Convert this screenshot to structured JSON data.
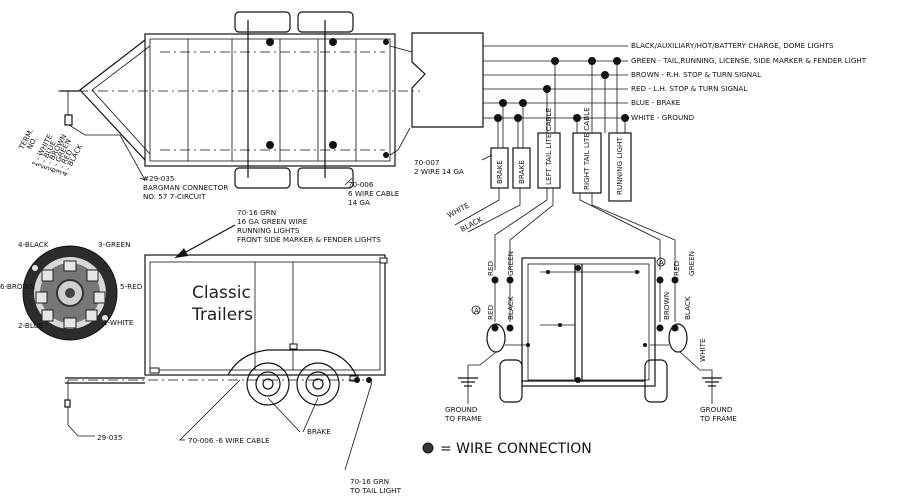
{
  "wire_colors": [
    "BLACK/AUXILIARY/HOT/BATTERY CHARGE, DOME LIGHTS",
    "GREEN - TAIL,RUNNING, LICENSE, SIDE MARKER & FENDER LIGHT",
    "BROWN - R.H. STOP & TURN SIGNAL",
    "RED - L.H. STOP & TURN SIGNAL",
    "BLUE - BRAKE",
    "WHITE - GROUND"
  ],
  "term_block": [
    "TERM.",
    "NO.",
    "1 - WHITE",
    "2 - BLUE",
    "5 - BROWN",
    "6 - GREEN",
    "3 - RED",
    "4 - BLACK"
  ],
  "connector_label": [
    "#29-035",
    "BARGMAN CONNECTOR",
    "NO. 57 7-CIRCUIT"
  ],
  "cable_top": [
    "70-006",
    "6 WIRE CABLE",
    "14 GA"
  ],
  "two_wire": [
    "70-007",
    "2 WIRE 14 GA"
  ],
  "vertical_boxes": [
    "BRAKE",
    "BRAKE",
    "LEFT TAIL LITE CABLE",
    "RIGHT TAIL LITE CABLE",
    "RUNNING LIGHT"
  ],
  "white_label": "WHITE",
  "black_label": "BLACK",
  "green_wire_note": [
    "70-16 GRN",
    "16 GA GREEN WIRE",
    "RUNNING LIGHTS",
    "FRONT SIDE MARKER & FENDER LIGHTS"
  ],
  "socket_pins": {
    "black": "4-BLACK",
    "green": "3-GREEN",
    "brown": "6-BROWN",
    "red": "5-RED",
    "blue": "2-BLUE",
    "white": "1-WHITE"
  },
  "watermark": [
    "Classic",
    "Trailers"
  ],
  "bottom_connector": "29-035",
  "cable_bottom": "70-006 -6 WIRE CABLE",
  "brake_label": "BRAKE",
  "tail_wire": [
    "70-16 GRN",
    "TO TAIL LIGHT"
  ],
  "rear_left_labels": {
    "red_top": "RED",
    "green_top": "GREEN",
    "circle_a": "A",
    "red_bottom": "RED",
    "black_bottom": "BLACK"
  },
  "rear_right_labels": {
    "red_top": "RED",
    "green_top": "GREEN",
    "circle_a": "A",
    "brown_bottom": "BROWN",
    "black_bottom": "BLACK"
  },
  "ground_left": [
    "GROUND",
    "TO FRAME"
  ],
  "ground_right": [
    "GROUND",
    "TO FRAME"
  ],
  "right_white": "WHITE",
  "legend": "= WIRE CONNECTION"
}
